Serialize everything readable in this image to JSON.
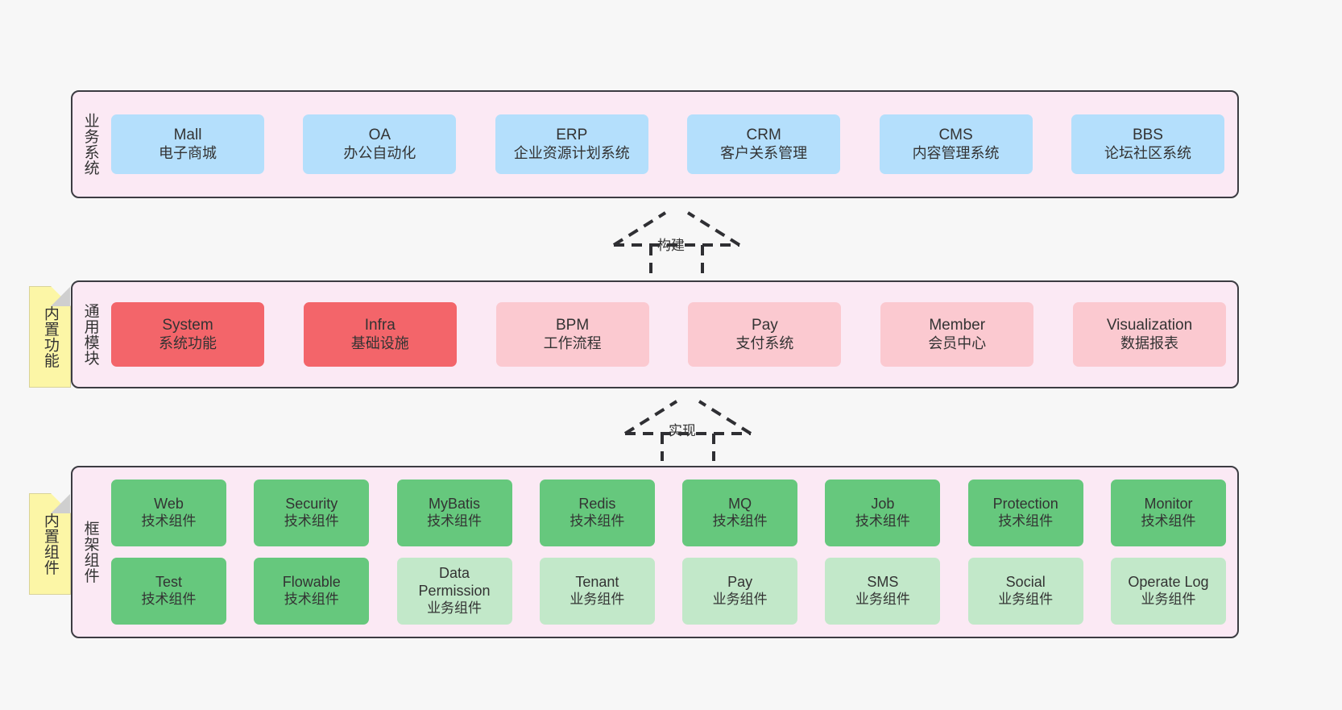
{
  "diagram": {
    "background_color": "#f7f7f7",
    "band_fill": "#fbe9f4",
    "band_border": "#3c3c42",
    "note_fill": "#fcf6a6"
  },
  "layers": [
    {
      "id": "business",
      "title": "业务系统",
      "node_color": "#b4dffc",
      "rows": [
        {
          "nodes": [
            {
              "en": "Mall",
              "cn": "电子商城",
              "color": "#b4dffc"
            },
            {
              "en": "OA",
              "cn": "办公自动化",
              "color": "#b4dffc"
            },
            {
              "en": "ERP",
              "cn": "企业资源计划系统",
              "color": "#b4dffc"
            },
            {
              "en": "CRM",
              "cn": "客户关系管理",
              "color": "#b4dffc"
            },
            {
              "en": "CMS",
              "cn": "内容管理系统",
              "color": "#b4dffc"
            },
            {
              "en": "BBS",
              "cn": "论坛社区系统",
              "color": "#b4dffc"
            }
          ]
        }
      ]
    },
    {
      "id": "common",
      "title": "通用模块",
      "note": "内置功能",
      "rows": [
        {
          "nodes": [
            {
              "en": "System",
              "cn": "系统功能",
              "color": "#f3656a"
            },
            {
              "en": "Infra",
              "cn": "基础设施",
              "color": "#f3656a"
            },
            {
              "en": "BPM",
              "cn": "工作流程",
              "color": "#fbc9d0"
            },
            {
              "en": "Pay",
              "cn": "支付系统",
              "color": "#fbc9d0"
            },
            {
              "en": "Member",
              "cn": "会员中心",
              "color": "#fbc9d0"
            },
            {
              "en": "Visualization",
              "cn": "数据报表",
              "color": "#fbc9d0"
            }
          ]
        }
      ]
    },
    {
      "id": "framework",
      "title": "框架组件",
      "note": "内置组件",
      "rows": [
        {
          "nodes": [
            {
              "en": "Web",
              "cn": "技术组件",
              "color": "#66c87d"
            },
            {
              "en": "Security",
              "cn": "技术组件",
              "color": "#66c87d"
            },
            {
              "en": "MyBatis",
              "cn": "技术组件",
              "color": "#66c87d"
            },
            {
              "en": "Redis",
              "cn": "技术组件",
              "color": "#66c87d"
            },
            {
              "en": "MQ",
              "cn": "技术组件",
              "color": "#66c87d"
            },
            {
              "en": "Job",
              "cn": "技术组件",
              "color": "#66c87d"
            },
            {
              "en": "Protection",
              "cn": "技术组件",
              "color": "#66c87d"
            },
            {
              "en": "Monitor",
              "cn": "技术组件",
              "color": "#66c87d"
            }
          ]
        },
        {
          "nodes": [
            {
              "en": "Test",
              "cn": "技术组件",
              "color": "#66c87d"
            },
            {
              "en": "Flowable",
              "cn": "技术组件",
              "color": "#66c87d"
            },
            {
              "en": "Data Permission",
              "cn": "业务组件",
              "color": "#c2e8c9"
            },
            {
              "en": "Tenant",
              "cn": "业务组件",
              "color": "#c2e8c9"
            },
            {
              "en": "Pay",
              "cn": "业务组件",
              "color": "#c2e8c9"
            },
            {
              "en": "SMS",
              "cn": "业务组件",
              "color": "#c2e8c9"
            },
            {
              "en": "Social",
              "cn": "业务组件",
              "color": "#c2e8c9"
            },
            {
              "en": "Operate Log",
              "cn": "业务组件",
              "color": "#c2e8c9"
            }
          ]
        }
      ]
    }
  ],
  "notes": [
    {
      "id": "builtin-function",
      "label": "内置功能"
    },
    {
      "id": "builtin-component",
      "label": "内置组件"
    }
  ],
  "arrows": [
    {
      "id": "build",
      "label": "构建",
      "direction": "up",
      "style": "dashed-hollow"
    },
    {
      "id": "implement",
      "label": "实现",
      "direction": "up",
      "style": "dashed-hollow"
    }
  ]
}
